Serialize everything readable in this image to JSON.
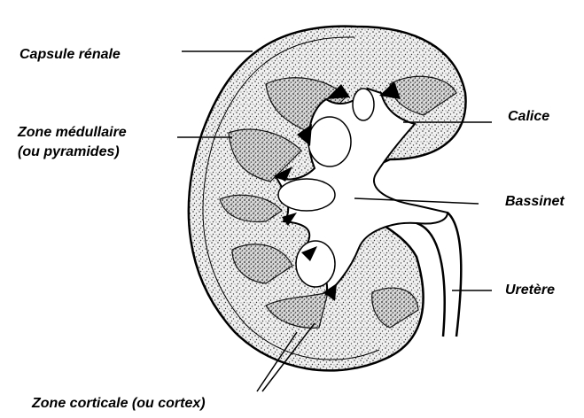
{
  "labels": {
    "capsule": "Capsule rénale",
    "medulla_line1": "Zone médullaire",
    "medulla_line2": "(ou pyramides)",
    "calyx": "Calice",
    "pelvis": "Bassinet",
    "ureter": "Uretère",
    "cortex": "Zone corticale (ou cortex)"
  }
}
